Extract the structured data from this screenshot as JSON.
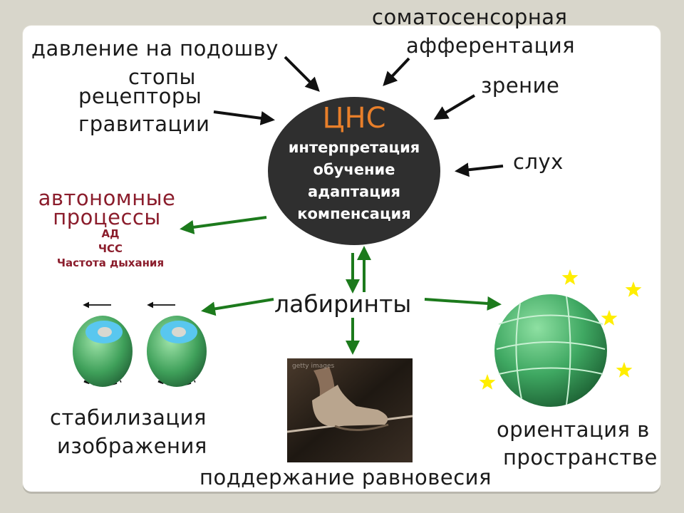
{
  "inputs": {
    "pressure": [
      "давление на подошву",
      "стопы"
    ],
    "somatosensory": [
      "соматосенсорная",
      "афферентация"
    ],
    "vision": "зрение",
    "gravity": [
      "рецепторы",
      "гравитации"
    ],
    "hearing": "слух"
  },
  "cns": {
    "title": "ЦНС",
    "functions": [
      "интерпретация",
      "обучение",
      "адаптация",
      "компенсация"
    ]
  },
  "autonomic": {
    "title": [
      "автономные",
      "процессы"
    ],
    "items": [
      "АД",
      "ЧСС",
      "Частота дыхания"
    ]
  },
  "labyrinths": "лабиринты",
  "outputs": {
    "image_stabilization": [
      "стабилизация",
      "изображения"
    ],
    "balance": "поддержание равновесия",
    "orientation": [
      "ориентация в",
      "пространстве"
    ]
  },
  "photo_watermark": "getty images",
  "colors": {
    "arrow_black": "#111111",
    "arrow_green": "#1c7a1c",
    "cns_fill": "#2f2f2f",
    "cns_title": "#e87f2a",
    "autonomic_text": "#8b1d2c",
    "sphere_green": "#3fa862",
    "star_yellow": "#ffee00",
    "eye_iris": "#59c7ef",
    "background": "#d8d6cb"
  }
}
